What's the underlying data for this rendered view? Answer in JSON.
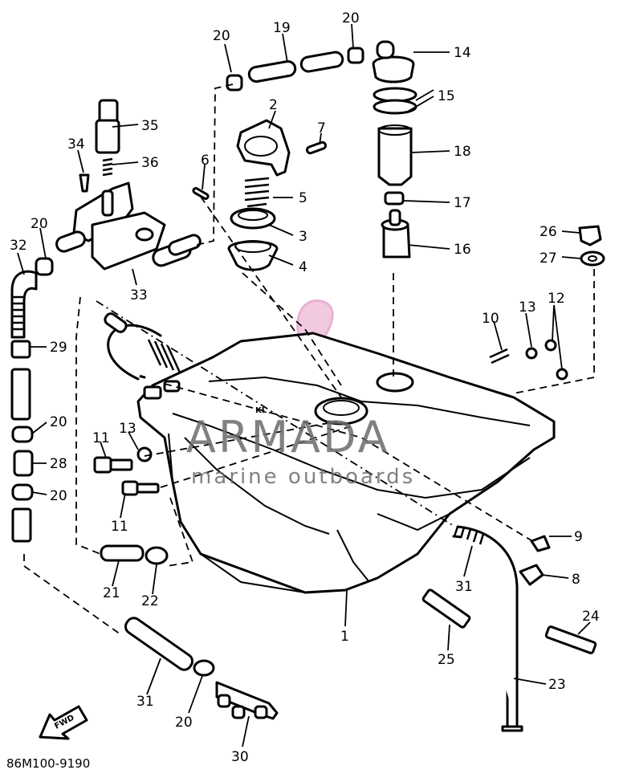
{
  "diagram_code": "86M100-9190",
  "fwd_label": "FWD",
  "watermark": {
    "brand": "ARMADA",
    "tagline": "marine outboards",
    "color": "#6c6c6c",
    "logo_color": "#e9a9cf"
  },
  "callouts": {
    "c1": "1",
    "c2": "2",
    "c3": "3",
    "c4": "4",
    "c5": "5",
    "c6": "6",
    "c7": "7",
    "c8": "8",
    "c9": "9",
    "c10": "10",
    "c11a": "11",
    "c11b": "11",
    "c12": "12",
    "c13a": "13",
    "c13b": "13",
    "c14": "14",
    "c15": "15",
    "c16": "16",
    "c17": "17",
    "c18": "18",
    "c19": "19",
    "c20a": "20",
    "c20b": "20",
    "c20c": "20",
    "c20d": "20",
    "c20e": "20",
    "c20f": "20",
    "c21": "21",
    "c22": "22",
    "c23": "23",
    "c24": "24",
    "c25": "25",
    "c26": "26",
    "c27": "27",
    "c28": "28",
    "c29": "29",
    "c30": "30",
    "c31a": "31",
    "c31b": "31",
    "c32": "32",
    "c33": "33",
    "c34": "34",
    "c35": "35",
    "c36": "36"
  }
}
